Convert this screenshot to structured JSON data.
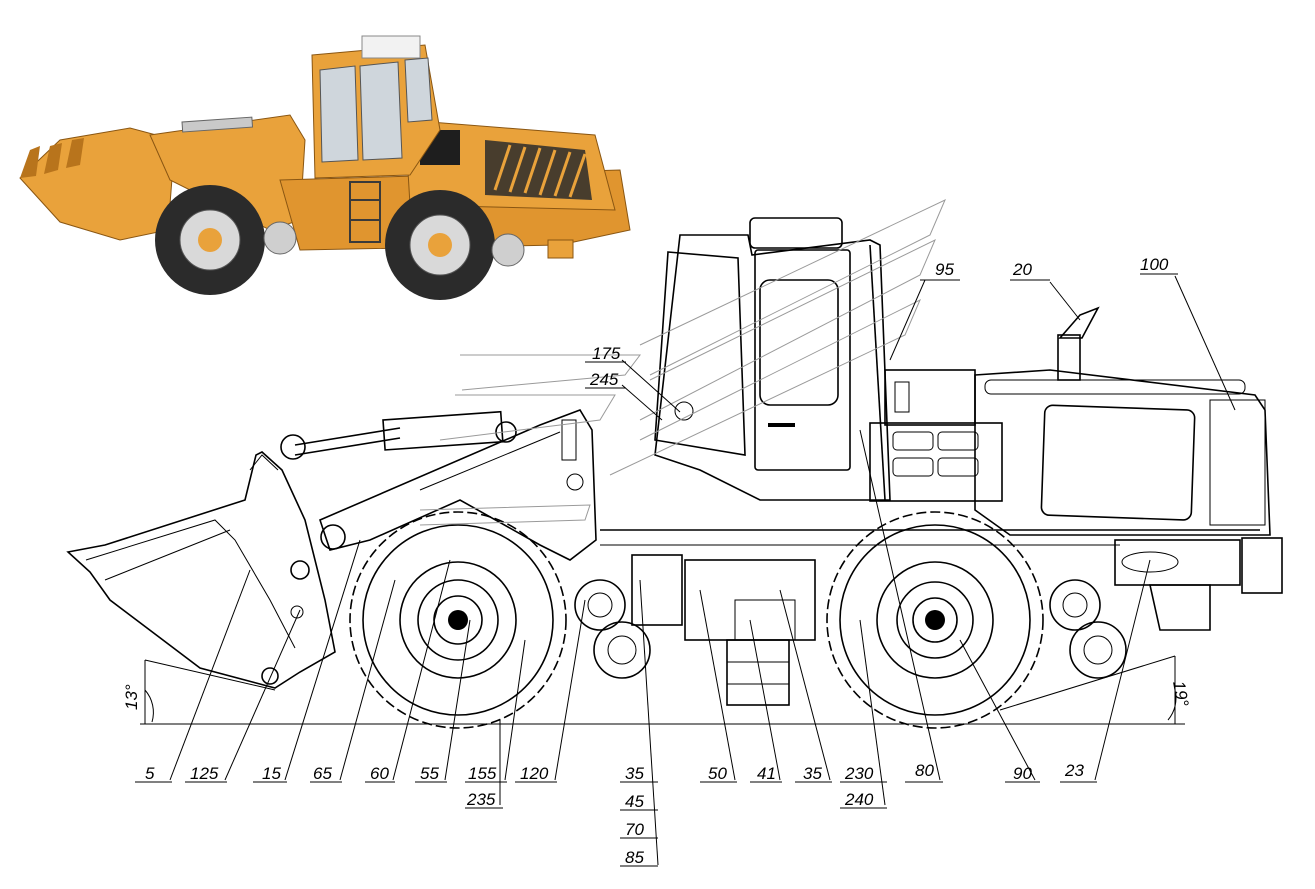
{
  "diagram": {
    "angles": {
      "front": "13°",
      "rear": "19°"
    },
    "callouts_top": [
      "175",
      "245",
      "95",
      "20",
      "100"
    ],
    "callouts_bottom": [
      "5",
      "125",
      "15",
      "65",
      "60",
      "55",
      "155",
      "120",
      "235",
      "35",
      "45",
      "70",
      "85",
      "50",
      "41",
      "35",
      "230",
      "240",
      "80",
      "90",
      "23"
    ],
    "colors": {
      "loader_body": "#e9a23b",
      "loader_shadow": "#b8741c",
      "tire": "#2b2b2b",
      "rim": "#d9d9d9",
      "cab_glass": "#cfd6dc",
      "cab_roof": "#f2f2f2"
    }
  }
}
